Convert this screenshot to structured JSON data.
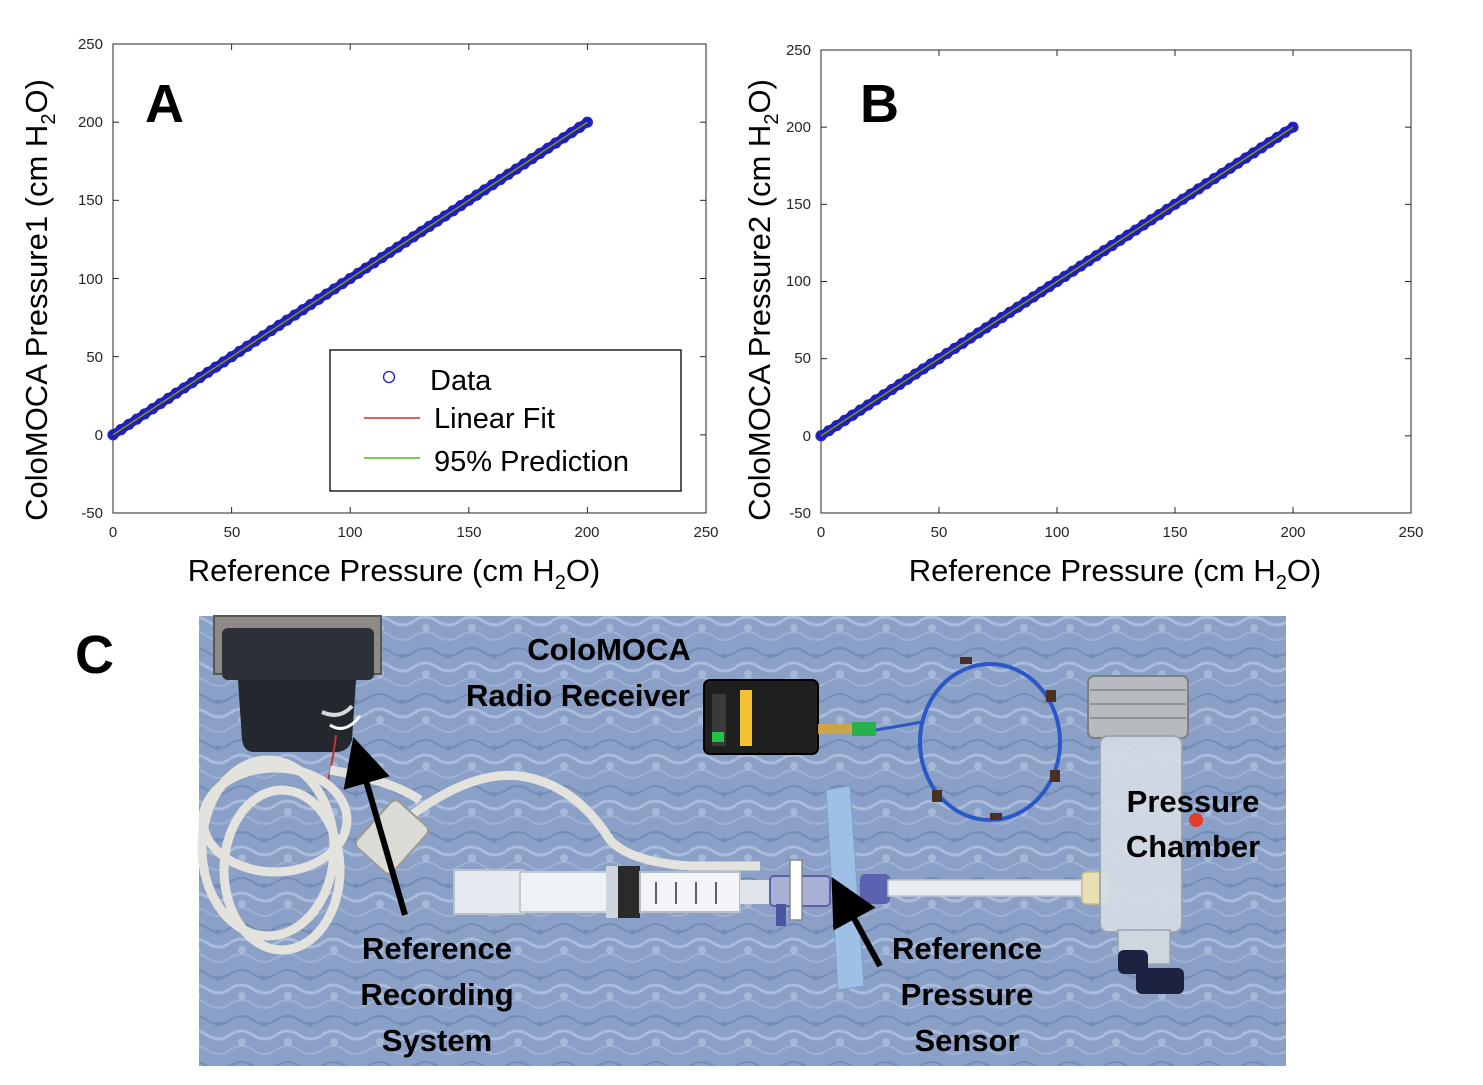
{
  "panels": [
    {
      "letter": "A",
      "chart_data": {
        "type": "scatter",
        "xlabel": "Reference Pressure (cm H2O)",
        "ylabel": "ColoMOCA Pressure1 (cm H2O)",
        "xlim": [
          0,
          250
        ],
        "ylim": [
          -50,
          250
        ],
        "xticks": [
          "0",
          "50",
          "100",
          "150",
          "200",
          "250"
        ],
        "yticks": [
          "-50",
          "0",
          "50",
          "100",
          "150",
          "200",
          "250"
        ],
        "grid": false,
        "legend_position": "bottom-right",
        "series": [
          {
            "name": "Data",
            "kind": "markers",
            "color": "#1f1fbf",
            "x": [
              0,
              200
            ],
            "y": [
              0,
              200
            ]
          },
          {
            "name": "Linear Fit",
            "kind": "line",
            "color": "#d62728",
            "x": [
              0,
              200
            ],
            "y": [
              0,
              200
            ]
          },
          {
            "name": "95% Prediction",
            "kind": "line",
            "color": "#4cbb17",
            "x": [
              0,
              200
            ],
            "y": [
              0,
              200
            ]
          }
        ]
      }
    },
    {
      "letter": "B",
      "chart_data": {
        "type": "scatter",
        "xlabel": "Reference Pressure (cm H2O)",
        "ylabel": "ColoMOCA Pressure2 (cm H2O)",
        "xlim": [
          0,
          250
        ],
        "ylim": [
          -50,
          250
        ],
        "xticks": [
          "0",
          "50",
          "100",
          "150",
          "200",
          "250"
        ],
        "yticks": [
          "-50",
          "0",
          "50",
          "100",
          "150",
          "200",
          "250"
        ],
        "grid": false,
        "series": [
          {
            "kind": "markers",
            "color": "#1f1fbf",
            "x": [
              0,
              200
            ],
            "y": [
              0,
              200
            ]
          },
          {
            "kind": "line",
            "color": "#d62728",
            "x": [
              0,
              200
            ],
            "y": [
              0,
              200
            ]
          },
          {
            "kind": "line",
            "color": "#4cbb17",
            "x": [
              0,
              200
            ],
            "y": [
              0,
              200
            ]
          }
        ]
      }
    }
  ],
  "legend": {
    "data": "Data",
    "fit": "Linear Fit",
    "prediction": "95% Prediction"
  },
  "photo": {
    "letter": "C",
    "labels": {
      "receiver_line1": "ColoMOCA",
      "receiver_line2": "Radio Receiver",
      "chamber_line1": "Pressure",
      "chamber_line2": "Chamber",
      "recording_line1": "Reference",
      "recording_line2": "Recording",
      "recording_line3": "System",
      "sensor_line1": "Reference",
      "sensor_line2": "Pressure",
      "sensor_line3": "Sensor"
    }
  }
}
